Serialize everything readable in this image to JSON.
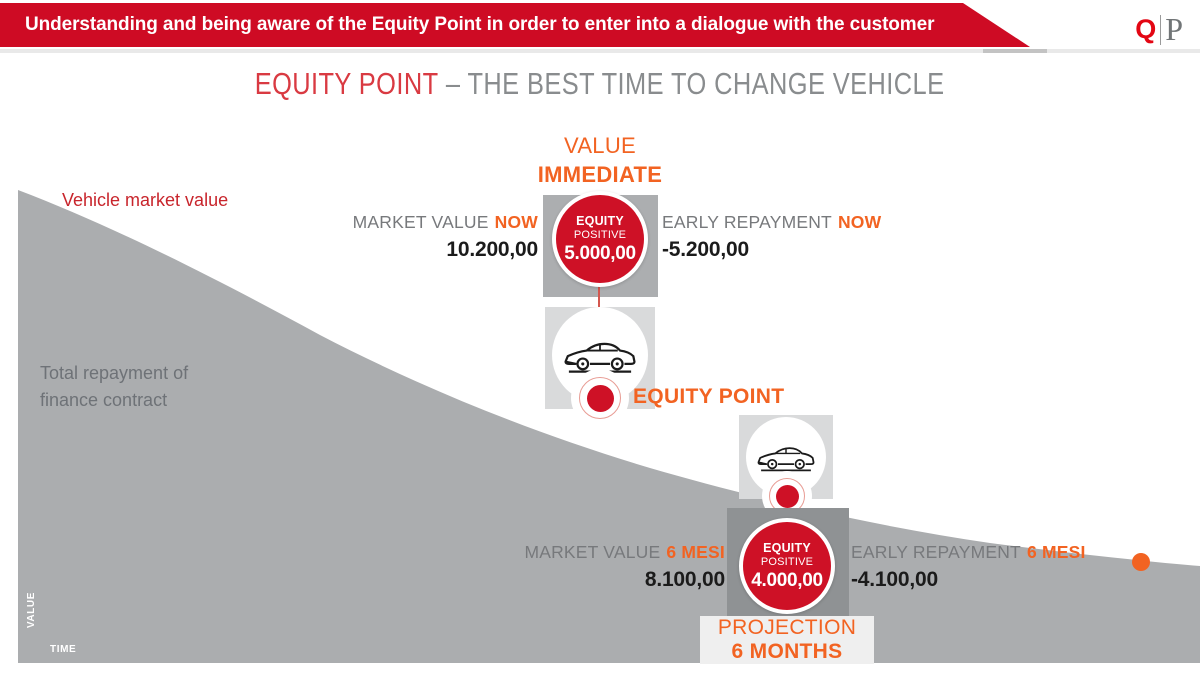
{
  "banner": {
    "text": "Understanding and being aware of the Equity Point in order to enter into a dialogue with the customer"
  },
  "logo": {
    "q": "Q",
    "p": "P"
  },
  "title": {
    "highlight": "EQUITY POINT",
    "rest": "– THE BEST TIME TO CHANGE VEHICLE"
  },
  "curve_labels": {
    "market_value": "Vehicle market value",
    "total_repayment": "Total repayment of finance contract"
  },
  "axes": {
    "y_label": "VALUE",
    "x_label": "TIME"
  },
  "equity_point_label": "EQUITY POINT",
  "now_group": {
    "callout": {
      "line1": "VALUE",
      "line2": "IMMEDIATE"
    },
    "market": {
      "label": "MARKET VALUE",
      "accent": "NOW",
      "value": "10.200,00"
    },
    "badge": {
      "title": "EQUITY",
      "subtitle": "POSITIVE",
      "value": "5.000,00"
    },
    "repayment": {
      "label": "EARLY REPAYMENT",
      "accent": "NOW",
      "value": "-5.200,00"
    }
  },
  "projection_group": {
    "market": {
      "label": "MARKET VALUE",
      "accent": "6 MESI",
      "value": "8.100,00"
    },
    "badge": {
      "title": "EQUITY",
      "subtitle": "POSITIVE",
      "value": "4.000,00"
    },
    "repayment": {
      "label": "EARLY REPAYMENT",
      "accent": "6 MESI",
      "value": "-4.100,00"
    },
    "callout": {
      "line1": "PROJECTION",
      "line2": "6 MONTHS"
    }
  },
  "colors": {
    "banner_red": "#CE0B24",
    "badge_red": "#CE1126",
    "accent_orange": "#F26322",
    "title_red": "#D93A42",
    "curve_gray": "#ABADAF",
    "dark_box_gray": "#8F9294",
    "light_box_gray": "#D9DADB"
  }
}
